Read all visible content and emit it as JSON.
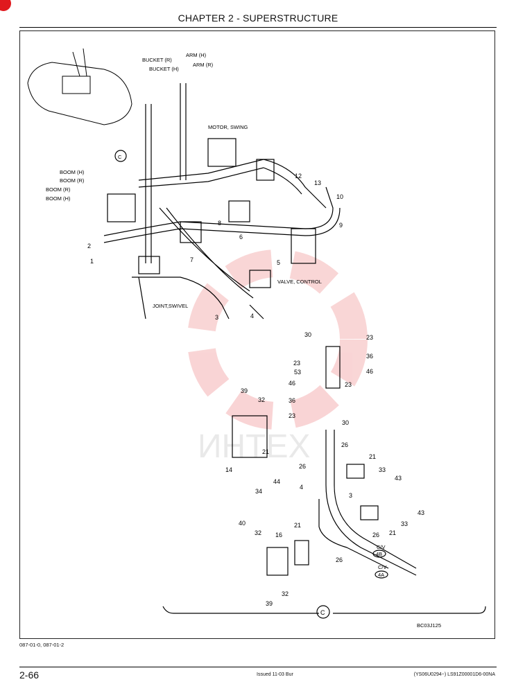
{
  "header": {
    "title": "CHAPTER 2 - SUPERSTRUCTURE"
  },
  "diagram": {
    "labels": {
      "bucket_r": "BUCKET (R)",
      "bucket_h": "BUCKET (H)",
      "arm_h": "ARM (H)",
      "arm_r": "ARM (R)",
      "motor_swing": "MOTOR, SWING",
      "boom_h_1": "BOOM (H)",
      "boom_r_1": "BOOM (R)",
      "boom_r_2": "BOOM (R)",
      "boom_h_2": "BOOM (H)",
      "valve_control": "VALVE, CONTROL",
      "joint_swivel": "JOINT,SWIVEL",
      "cv_1": "C/V",
      "cv_1_tag": "4B",
      "cv_2": "C/V",
      "cv_2_tag": "4A",
      "view_marker": "C",
      "figure_code": "BC03J125"
    },
    "part_numbers": {
      "p12": "12",
      "p13": "13",
      "p10": "10",
      "p9": "9",
      "p8": "8",
      "p7": "7",
      "p6": "6",
      "p5": "5",
      "p2": "2",
      "p1": "1",
      "p3a": "3",
      "p4a": "4",
      "p30a": "30",
      "p23a": "23",
      "p23b": "23",
      "p36a": "36",
      "p46a": "46",
      "p53": "53",
      "p46b": "46",
      "p23c": "23",
      "p36b": "36",
      "p23d": "23",
      "p30b": "30",
      "p39a": "39",
      "p32a": "32",
      "p21a": "21",
      "p26a": "26",
      "p26b": "26",
      "p21b": "21",
      "p33a": "33",
      "p43a": "43",
      "p14": "14",
      "p44": "44",
      "p34": "34",
      "p4b": "4",
      "p3b": "3",
      "p43b": "43",
      "p33b": "33",
      "p21c": "21",
      "p26c": "26",
      "p40": "40",
      "p32b": "32",
      "p16": "16",
      "p21d": "21",
      "p26d": "26",
      "p32c": "32",
      "p39b": "39"
    }
  },
  "footer": {
    "ref_codes": "087-01-0, 087-01-2",
    "page_number": "2-66",
    "issue": "Issued 11-03   Bur",
    "doc_number": "(YS06U0294~)  LS91Z00001D6-00NA"
  }
}
